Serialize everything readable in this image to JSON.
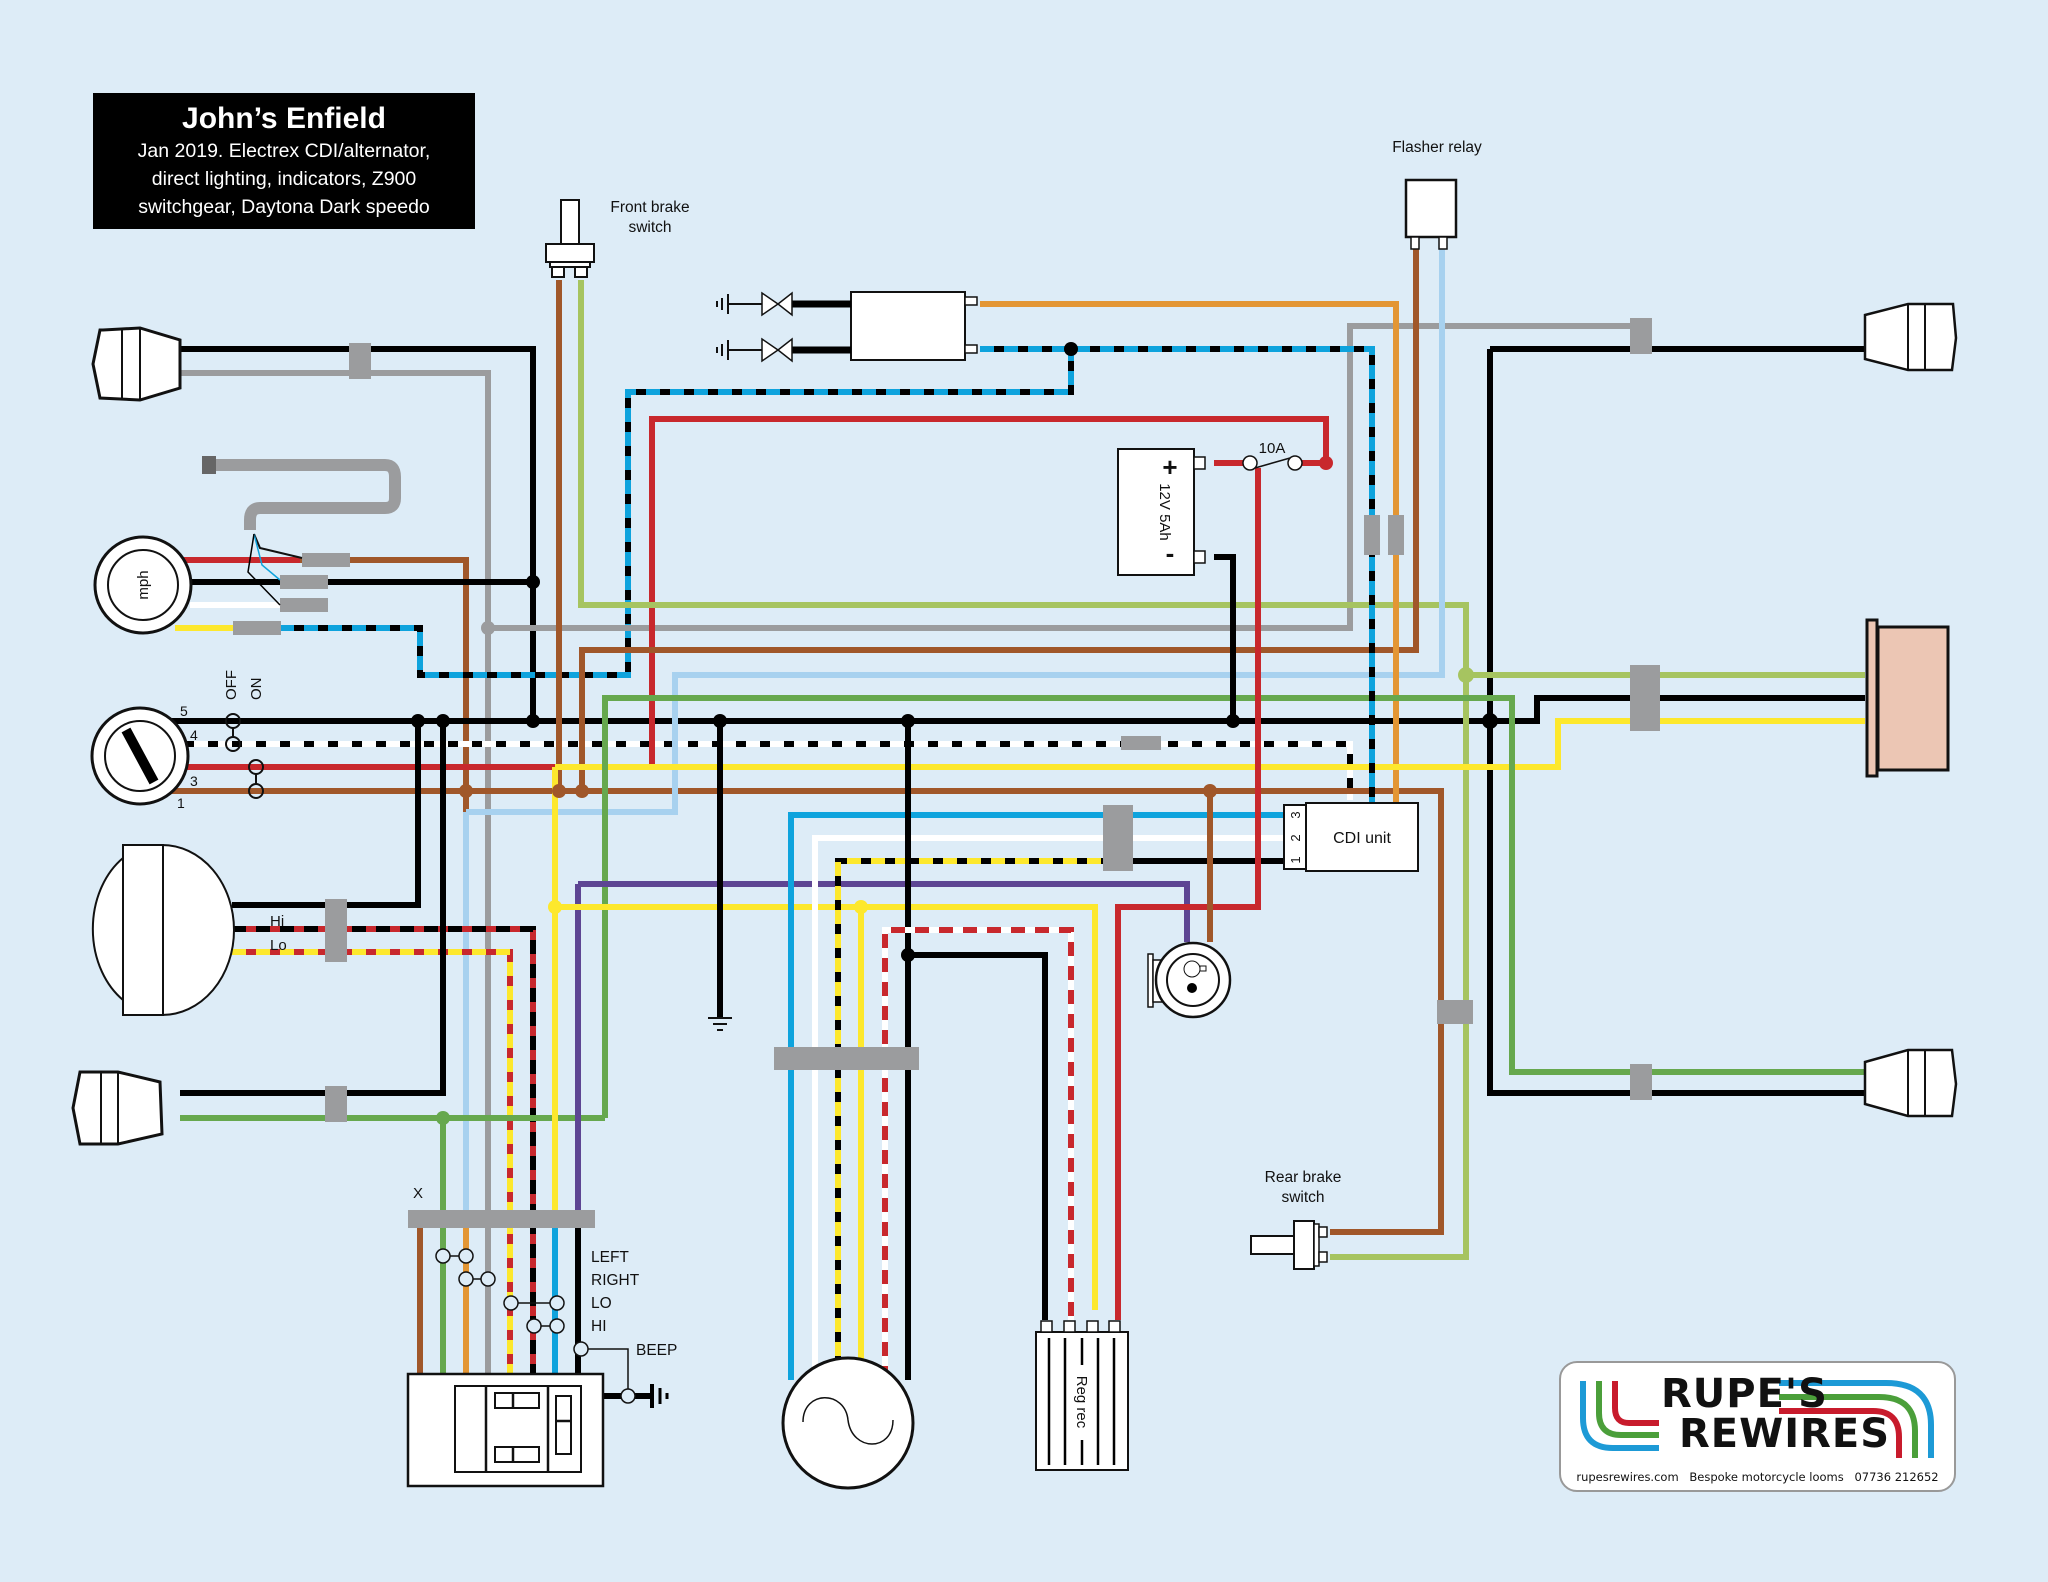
{
  "title": {
    "heading": "John’s Enfield",
    "lines": [
      "Jan 2019. Electrex CDI/alternator,",
      "direct lighting, indicators, Z900",
      "switchgear, Daytona Dark speedo"
    ]
  },
  "colors": {
    "background": "#ddecf7",
    "black": "#000000",
    "grey": "#9b9c9e",
    "brown": "#a0572a",
    "red": "#c8282d",
    "light_green": "#a6c460",
    "green": "#66a84e",
    "light_blue": "#a7d1ef",
    "blue": "#0ea3dd",
    "yellow": "#fde82d",
    "orange": "#e39634",
    "purple": "#5d4593",
    "white": "#ffffff",
    "tail_lamp": "#ecc6b4",
    "connector": "#9b9c9e"
  },
  "components": {
    "front_brake_switch": "Front brake\nswitch",
    "front_brake_switch_l1": "Front brake",
    "front_brake_switch_l2": "switch",
    "flasher_relay": "Flasher relay",
    "battery_plus": "+",
    "battery_minus": "-",
    "battery_label": "12V 5Ah",
    "fuse_label": "10A",
    "speedo_label": "mph",
    "ignition_off": "OFF",
    "ignition_on": "ON",
    "ignition_pins": [
      "5",
      "4",
      "3",
      "1"
    ],
    "headlamp_hi": "Hi",
    "headlamp_lo": "Lo",
    "cdi_label": "CDI unit",
    "cdi_pins": [
      "3",
      "2",
      "1"
    ],
    "rear_brake_l1": "Rear brake",
    "rear_brake_l2": "switch",
    "reg_rec_label": "Reg rec",
    "switch_connector_label": "X",
    "switch_functions": [
      "LEFT",
      "RIGHT",
      "LO",
      "HI",
      "BEEP"
    ]
  },
  "logo": {
    "line1": "RUPE'S",
    "line2": "REWIRES",
    "website": "rupesrewires.com",
    "tagline": "Bespoke motorcycle looms",
    "phone": "07736 212652"
  }
}
